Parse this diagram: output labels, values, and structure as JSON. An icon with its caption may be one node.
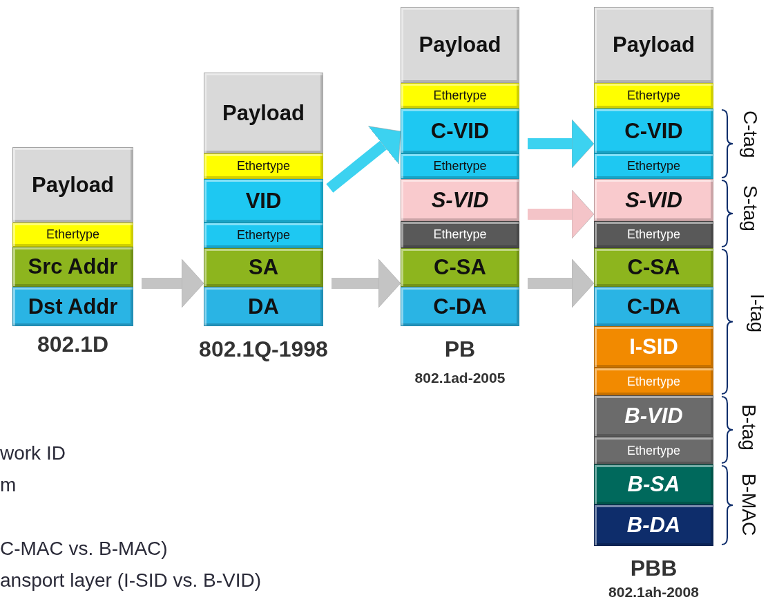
{
  "diagram": {
    "nodes": [
      {
        "text": [
          "802.1D"
        ]
      },
      {
        "text": [
          "Payload"
        ],
        "in": 0
      },
      {
        "text": [
          "Ethertype"
        ],
        "in": 0
      },
      {
        "text": [
          "Src Addr"
        ],
        "in": 0
      },
      {
        "text": [
          "Dst Addr"
        ],
        "in": 0
      },
      {
        "text": [
          "802.1Q-1998"
        ]
      },
      {
        "text": [
          "Payload"
        ],
        "in": 5
      },
      {
        "text": [
          "Ethertype"
        ],
        "in": 5
      },
      {
        "text": [
          "VID"
        ],
        "in": 5
      },
      {
        "text": [
          "Ethertype"
        ],
        "in": 5
      },
      {
        "text": [
          "SA"
        ],
        "in": 5
      },
      {
        "text": [
          "DA"
        ],
        "in": 5
      },
      {
        "text": [
          "PB",
          "802.1ad-2005"
        ]
      },
      {
        "text": [
          "Payload"
        ],
        "in": 12
      },
      {
        "text": [
          "Ethertype"
        ],
        "in": 12
      },
      {
        "text": [
          "C-VID"
        ],
        "in": 12
      },
      {
        "text": [
          "Ethertype"
        ],
        "in": 12
      },
      {
        "text": [
          "S-VID"
        ],
        "in": 12
      },
      {
        "text": [
          "Ethertype"
        ],
        "in": 12
      },
      {
        "text": [
          "C-SA"
        ],
        "in": 12
      },
      {
        "text": [
          "C-DA"
        ],
        "in": 12
      },
      {
        "text": [
          "PBB",
          "802.1ah-2008"
        ]
      },
      {
        "text": [
          "Payload"
        ],
        "in": 21
      },
      {
        "text": [
          "Ethertype"
        ],
        "in": 21
      },
      {
        "text": [
          "C-VID"
        ],
        "in": 21
      },
      {
        "text": [
          "Ethertype"
        ],
        "in": 21
      },
      {
        "text": [
          "S-VID"
        ],
        "in": 21
      },
      {
        "text": [
          "Ethertype"
        ],
        "in": 21
      },
      {
        "text": [
          "C-SA"
        ],
        "in": 21
      },
      {
        "text": [
          "C-DA"
        ],
        "in": 21
      },
      {
        "text": [
          "I-SID"
        ],
        "in": 21
      },
      {
        "text": [
          "Ethertype"
        ],
        "in": 21
      },
      {
        "text": [
          "B-VID"
        ],
        "in": 21
      },
      {
        "text": [
          "Ethertype"
        ],
        "in": 21
      },
      {
        "text": [
          "B-SA"
        ],
        "in": 21
      },
      {
        "text": [
          "B-DA"
        ],
        "in": 21
      }
    ],
    "edges": [
      {
        "from": 0,
        "to": 5,
        "arrow": "to"
      },
      {
        "from": 8,
        "to": 15,
        "arrow": "to",
        "color": "#3cd2f0"
      },
      {
        "from": 5,
        "to": 12,
        "arrow": "to"
      },
      {
        "from": 15,
        "to": 24,
        "arrow": "to",
        "color": "#3cd2f0"
      },
      {
        "from": 17,
        "to": 26,
        "arrow": "to",
        "color": "#f4c4c8"
      },
      {
        "from": 12,
        "to": 21,
        "arrow": "to"
      }
    ],
    "labels": [
      "C-tag",
      "S-tag",
      "I-tag",
      "B-tag",
      "B-MAC",
      "work ID",
      "m",
      "C-MAC vs. B-MAC)",
      "ansport layer (I-SID vs. B-VID)"
    ]
  }
}
